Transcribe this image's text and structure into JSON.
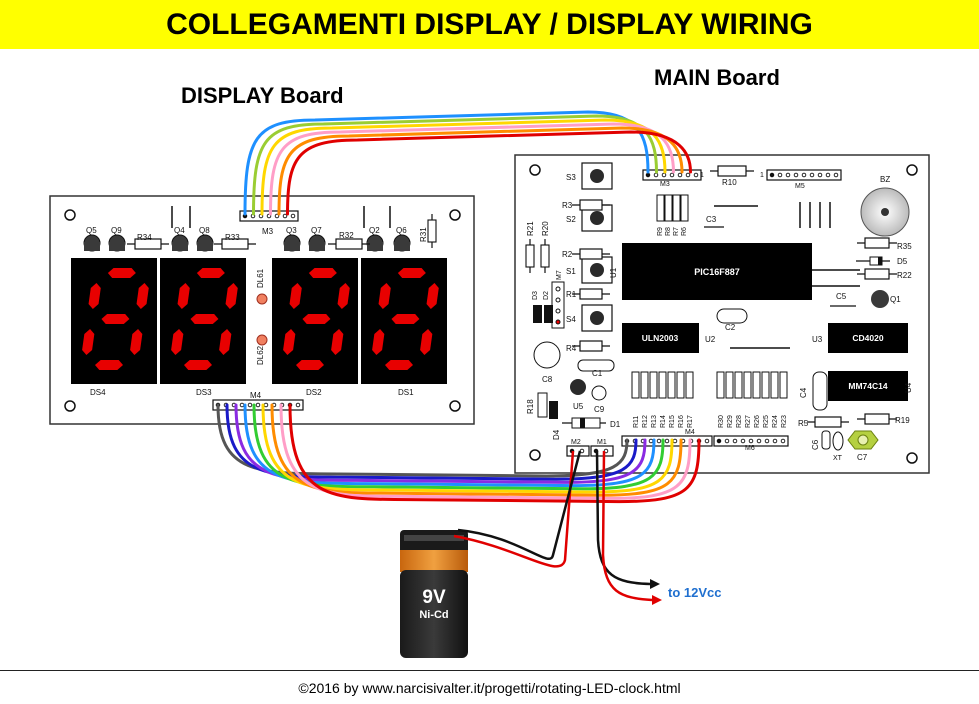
{
  "header": {
    "title": "COLLEGAMENTI DISPLAY / DISPLAY WIRING"
  },
  "display_board": {
    "title": "DISPLAY Board",
    "connectors": {
      "top": "M3",
      "bottom": "M4"
    },
    "transistors": [
      "Q5",
      "Q9",
      "Q4",
      "Q8",
      "Q3",
      "Q7",
      "Q2",
      "Q6"
    ],
    "resistors": [
      "R34",
      "R33",
      "R32",
      "R31"
    ],
    "leds": [
      "DL61",
      "DL62"
    ],
    "digits": [
      "DS4",
      "DS3",
      "DS2",
      "DS1"
    ]
  },
  "main_board": {
    "title": "MAIN Board",
    "chips": {
      "mcu": "PIC16F887",
      "driver": "ULN2003",
      "counter": "CD4020",
      "schmitt": "MM74C14"
    },
    "chip_refs": {
      "mcu": "U1",
      "driver": "U2",
      "counter": "U3",
      "schmitt": "U4"
    },
    "buttons": [
      "S3",
      "S2",
      "S1",
      "S4"
    ],
    "connectors": [
      "M3",
      "M5",
      "M7",
      "M4",
      "M6",
      "M2",
      "M1"
    ],
    "labels": {
      "r10": "R10",
      "r3": "R3",
      "r21": "R21",
      "r20": "R20",
      "r2": "R2",
      "r1": "R1",
      "r4": "R4",
      "r35": "R35",
      "d5": "D5",
      "r22": "R22",
      "q1": "Q1",
      "c5": "C5",
      "c3": "C3",
      "c2": "C2",
      "c1": "C1",
      "c8": "C8",
      "u5": "U5",
      "c9": "C9",
      "d1": "D1",
      "d2": "D2",
      "d3": "D3",
      "d4": "D4",
      "r18": "R18",
      "r5": "R5",
      "r19": "R19",
      "c4": "C4",
      "c6": "C6",
      "xt": "XT",
      "c7": "C7",
      "bz": "BZ",
      "r_left": [
        "R11",
        "R12",
        "R13",
        "R14",
        "R15",
        "R16",
        "R17"
      ],
      "r_right": [
        "R30",
        "R29",
        "R28",
        "R27",
        "R26",
        "R25",
        "R24",
        "R23"
      ],
      "r_top": [
        "R9",
        "R8",
        "R7",
        "R6"
      ]
    }
  },
  "battery": {
    "voltage": "9V",
    "type": "Ni-Cd"
  },
  "power_label": "to 12Vcc",
  "wire_colors": [
    "#1e90ff",
    "#9acd32",
    "#ffd700",
    "#ff9ec7",
    "#ff8c00",
    "#e00000"
  ],
  "wire_colors_bottom": [
    "#555555",
    "#1a1ac8",
    "#8a2be2",
    "#1e90ff",
    "#32cd32",
    "#ffd700",
    "#ff8c00",
    "#ff9ec7",
    "#e00000"
  ],
  "segment_color": "#e80000",
  "footer": {
    "credit": "©2016 by www.narcisivalter.it/progetti/rotating-LED-clock.html"
  }
}
